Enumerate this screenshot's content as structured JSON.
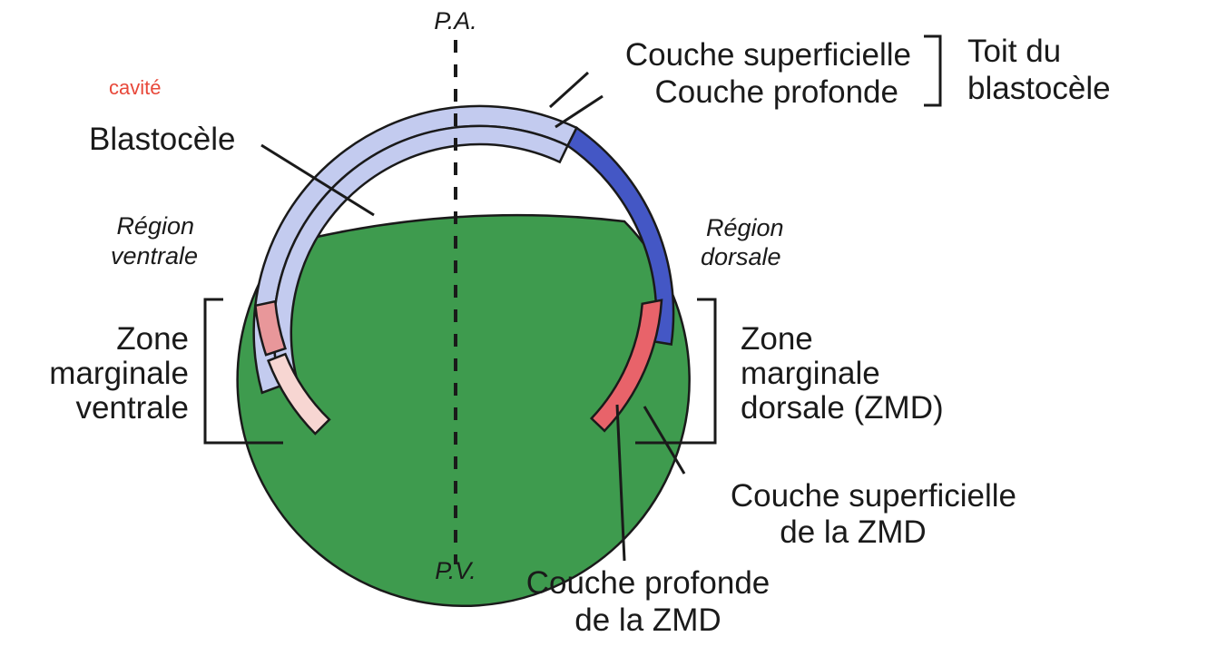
{
  "labels": {
    "pole_animal": "P.A.",
    "pole_vegetal": "P.V.",
    "cavite": "cavité",
    "blastocele": "Blastocèle",
    "couche_superficielle": "Couche superficielle",
    "couche_profonde": "Couche profonde",
    "toit_line1": "Toit du",
    "toit_line2": "blastocèle",
    "region_ventrale_line1": "Région",
    "region_ventrale_line2": "ventrale",
    "region_dorsale_line1": "Région",
    "region_dorsale_line2": "dorsale",
    "zmv_line1": "Zone",
    "zmv_line2": "marginale",
    "zmv_line3": "ventrale",
    "zmd_line1": "Zone",
    "zmd_line2": "marginale",
    "zmd_line3": "dorsale (ZMD)",
    "cs_zmd_line1": "Couche superficielle",
    "cs_zmd_line2": "de la ZMD",
    "cp_zmd_line1": "Couche profonde",
    "cp_zmd_line2": "de la ZMD"
  },
  "colors": {
    "vegetal_green": "#3e9b4e",
    "light_blue": "#c3cbef",
    "dark_blue": "#4457c5",
    "pink_ventral": "#e8979a",
    "pale_pink": "#f7d6d2",
    "red_dorsal": "#e8636a",
    "outline": "#1a1a1a",
    "cavite_text": "#e8483a"
  }
}
